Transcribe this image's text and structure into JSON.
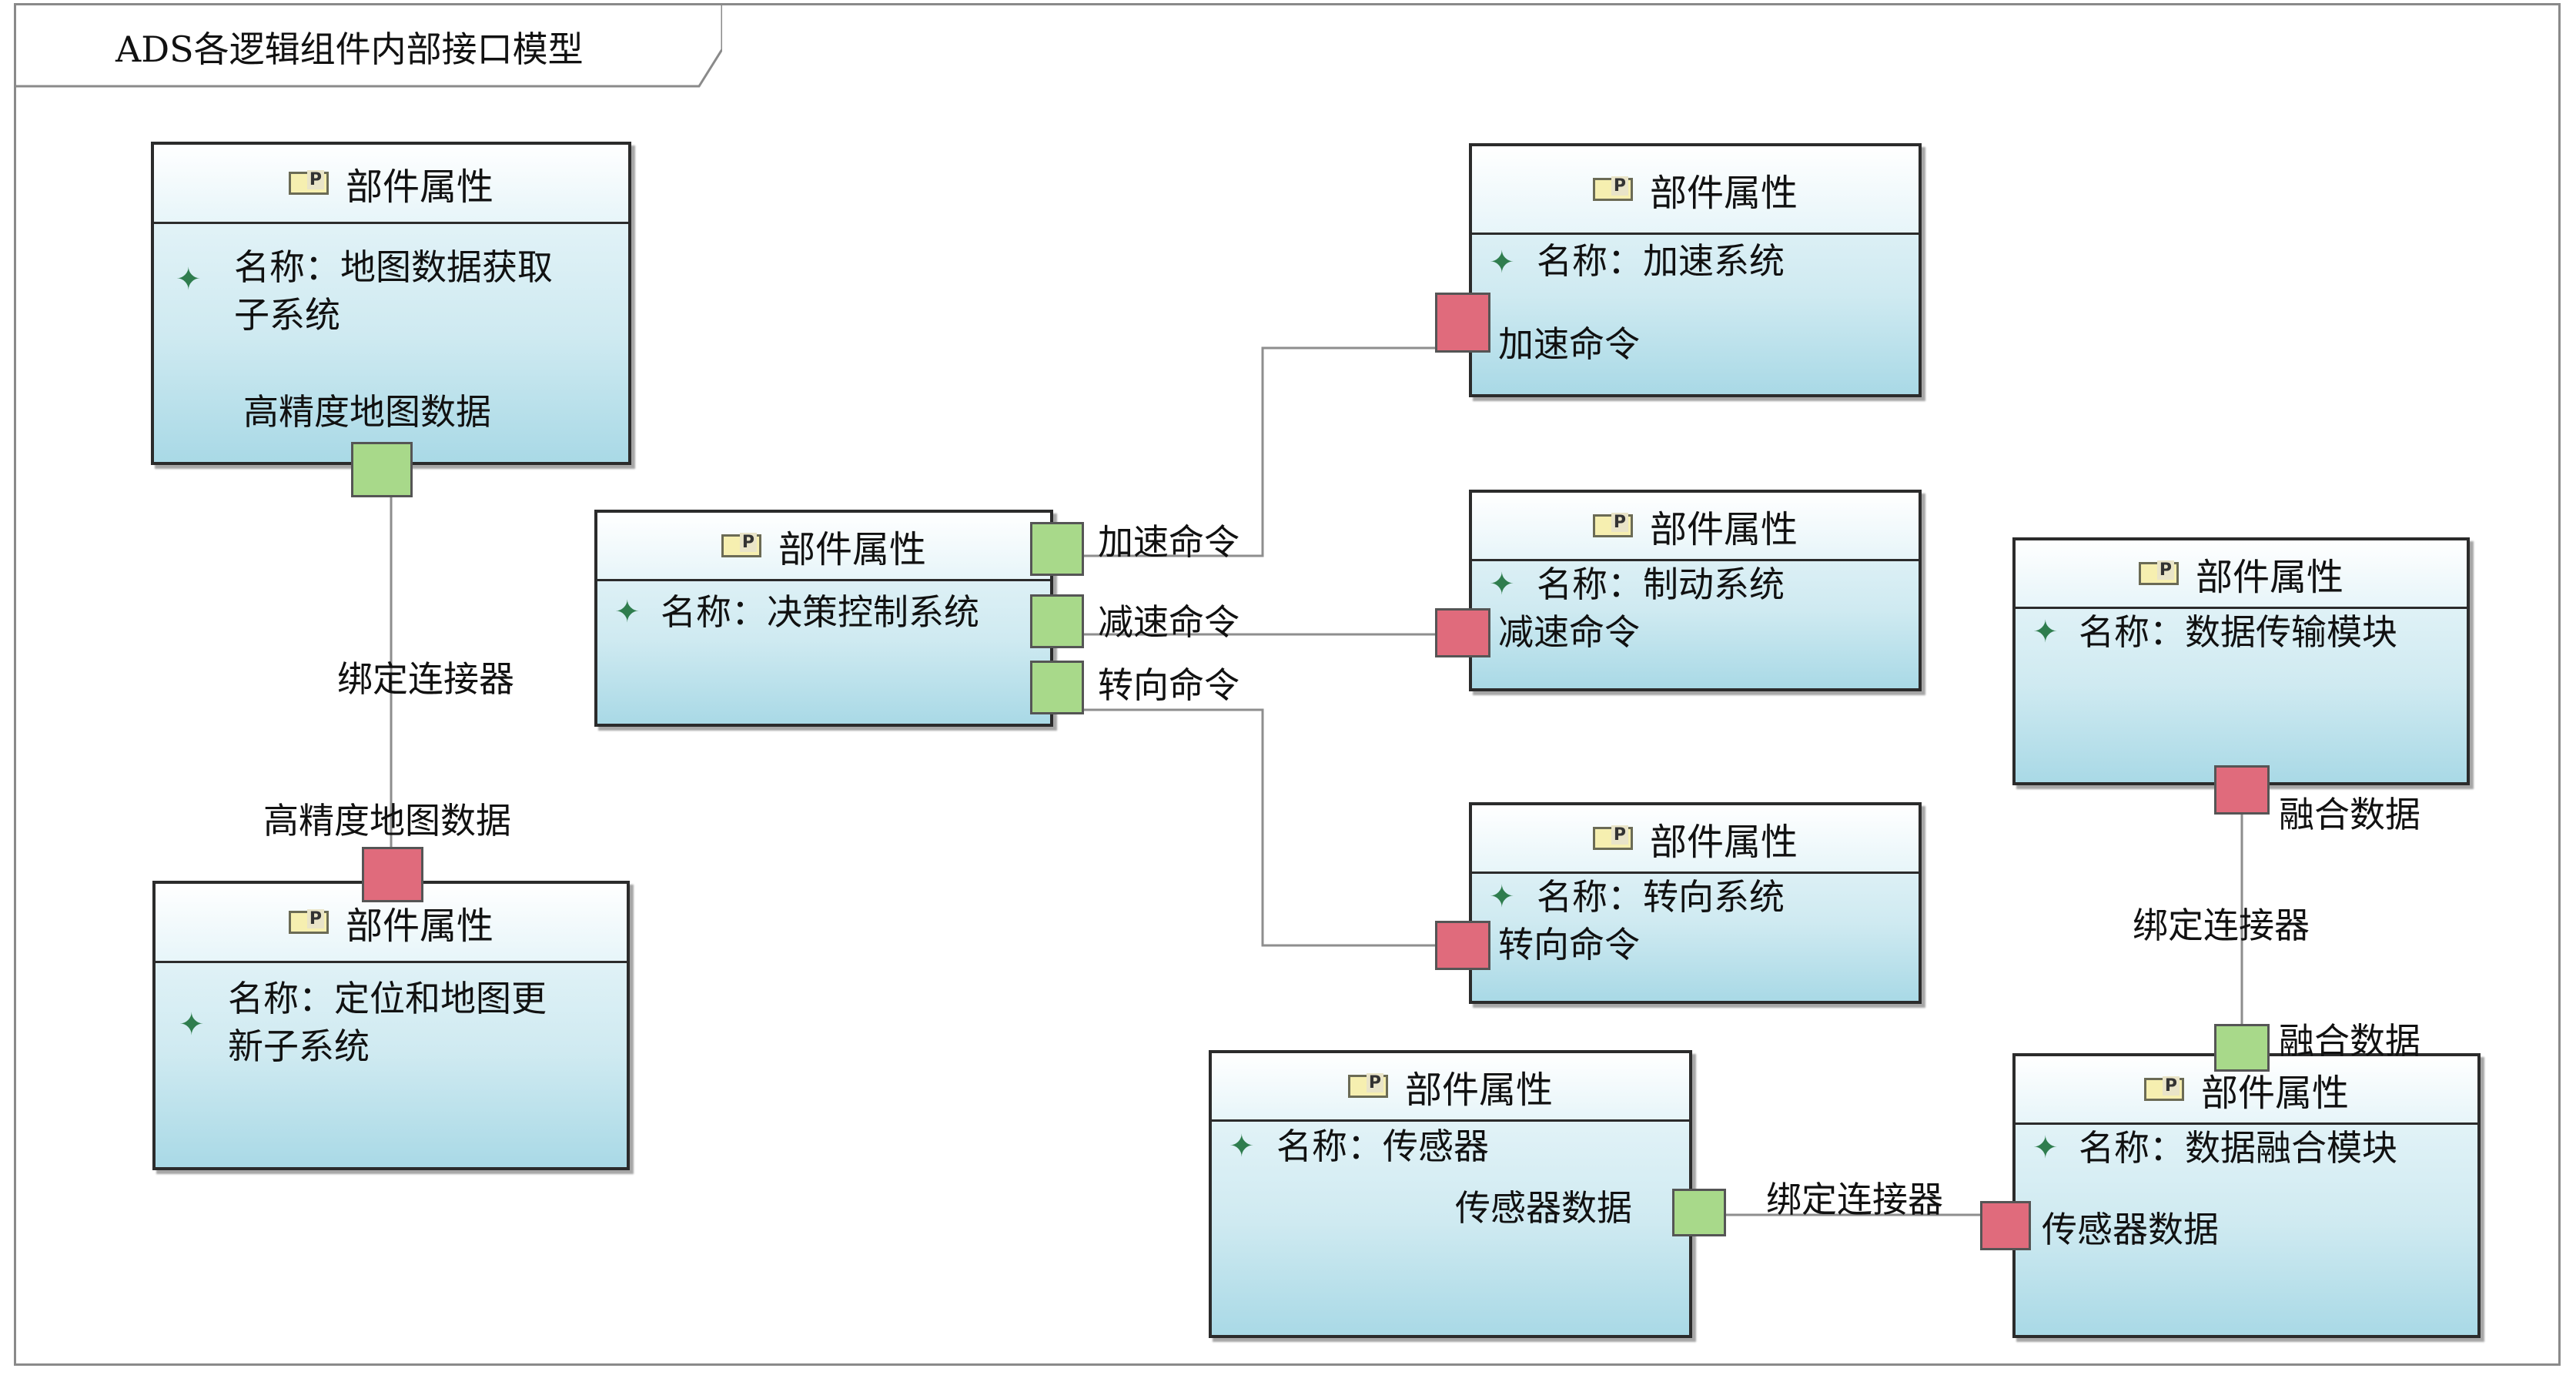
{
  "diagram": {
    "title": "ADS各逻辑组件内部接口模型",
    "block_header": "部件属性",
    "connector_label": "绑定连接器",
    "blocks": {
      "map_fetch": {
        "name_line1": "名称：地图数据获取",
        "name_line2": "子系统",
        "port": "高精度地图数据"
      },
      "locate_update": {
        "name_line1": "名称：定位和地图更",
        "name_line2": "新子系统",
        "port": "高精度地图数据"
      },
      "decision": {
        "name": "名称：决策控制系统",
        "ports": [
          "加速命令",
          "减速命令",
          "转向命令"
        ]
      },
      "accel": {
        "name": "名称：加速系统",
        "port": "加速命令"
      },
      "brake": {
        "name": "名称：制动系统",
        "port": "减速命令"
      },
      "steer": {
        "name": "名称：转向系统",
        "port": "转向命令"
      },
      "transfer": {
        "name": "名称：数据传输模块",
        "port": "融合数据"
      },
      "fusion": {
        "name": "名称：数据融合模块",
        "port_top": "融合数据",
        "port_left": "传感器数据"
      },
      "sensor": {
        "name": "名称：传感器",
        "port": "传感器数据"
      }
    }
  }
}
